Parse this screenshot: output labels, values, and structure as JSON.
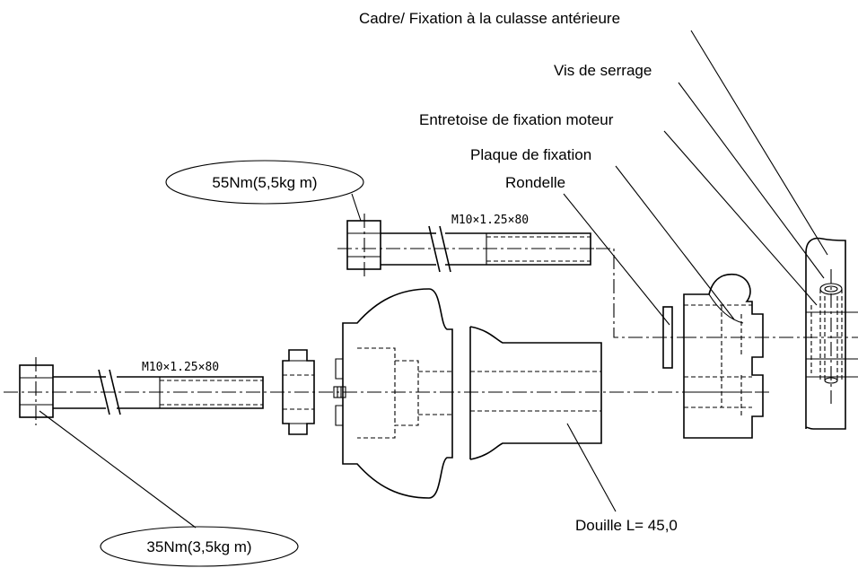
{
  "labels": {
    "cadre": "Cadre/ Fixation à la culasse antérieure",
    "vis": "Vis de serrage",
    "entretoise": "Entretoise de fixation moteur",
    "plaque": "Plaque de fixation",
    "rondelle": "Rondelle",
    "douille": "Douille L= 45,0"
  },
  "torques": {
    "upper": "55Nm(5,5kg m)",
    "lower": "35Nm(3,5kg m)"
  },
  "bolts": {
    "upper_spec": "M10×1.25×80",
    "lower_spec": "M10×1.25×80"
  }
}
